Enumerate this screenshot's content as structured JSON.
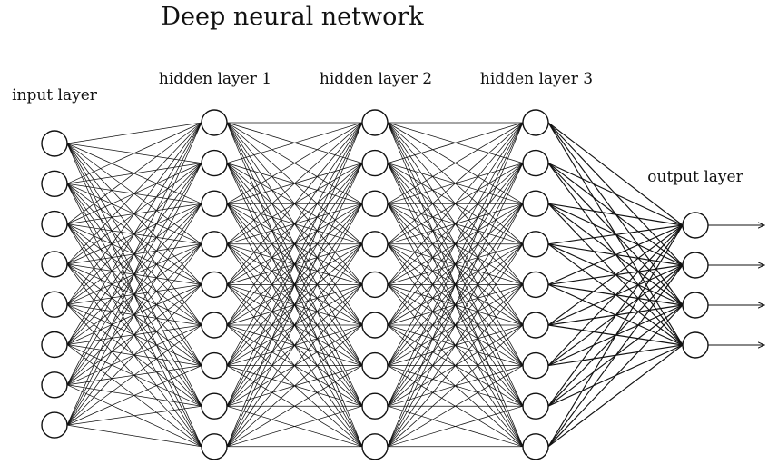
{
  "title": "Deep neural network",
  "layers": [
    {
      "id": "input",
      "label": "input layer",
      "nodes": 8
    },
    {
      "id": "hidden1",
      "label": "hidden layer 1",
      "nodes": 9
    },
    {
      "id": "hidden2",
      "label": "hidden layer 2",
      "nodes": 9
    },
    {
      "id": "hidden3",
      "label": "hidden layer 3",
      "nodes": 9
    },
    {
      "id": "output",
      "label": "output layer",
      "nodes": 4
    }
  ],
  "connectivity": "fully-connected",
  "output_arrows": true,
  "colors": {
    "stroke": "#111111",
    "node_fill": "#ffffff",
    "background": "#ffffff"
  }
}
